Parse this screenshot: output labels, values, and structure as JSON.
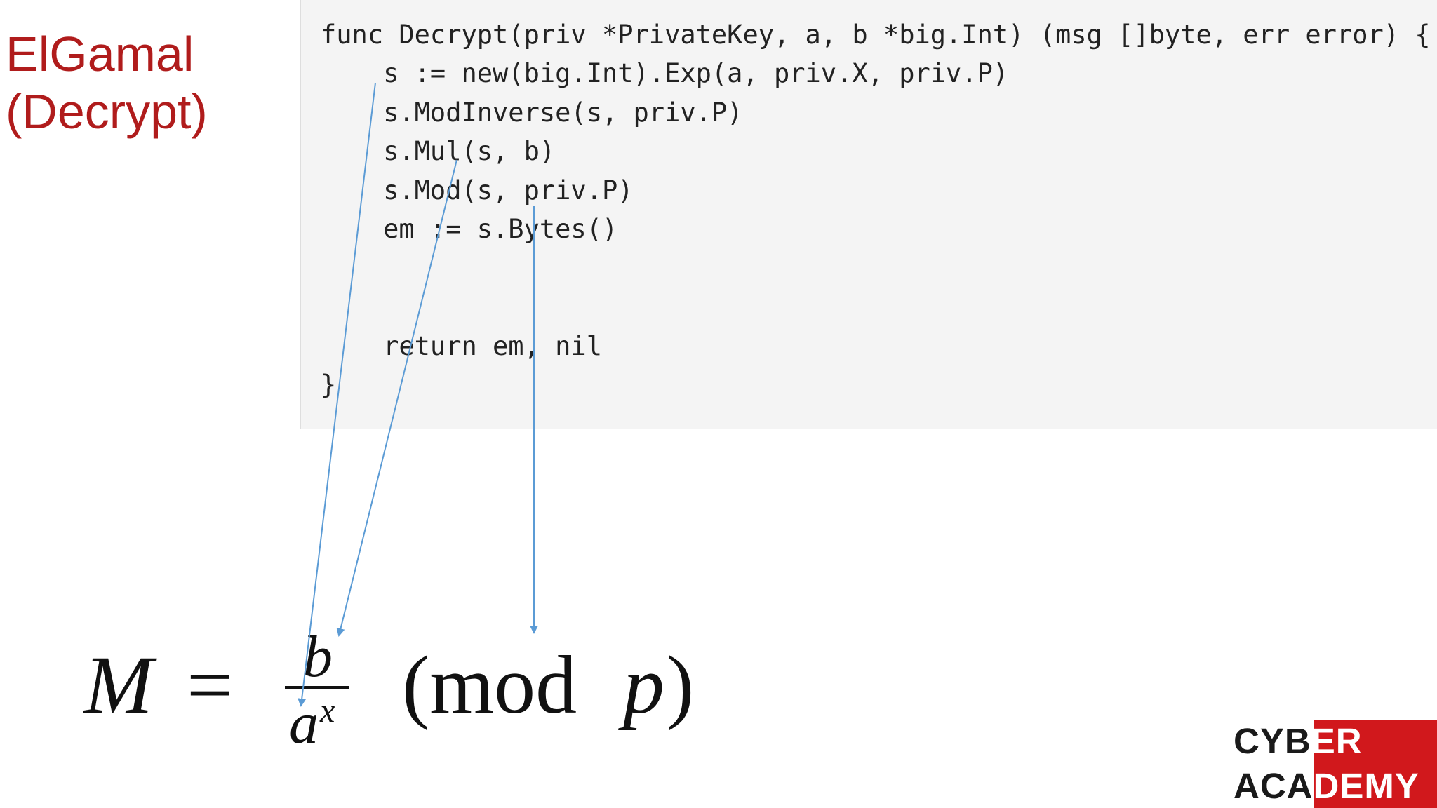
{
  "slide": {
    "title_lines": [
      "ElGamal",
      "(Decrypt)"
    ],
    "code_lines": [
      "func Decrypt(priv *PrivateKey, a, b *big.Int) (msg []byte, err error) {",
      "    s := new(big.Int).Exp(a, priv.X, priv.P)",
      "    s.ModInverse(s, priv.P)",
      "    s.Mul(s, b)",
      "    s.Mod(s, priv.P)",
      "    em := s.Bytes()",
      "",
      "",
      "    return em, nil",
      "}"
    ],
    "formula": {
      "lhs": "M",
      "equals": "=",
      "numerator": "b",
      "denominator_base": "a",
      "denominator_exponent": "x",
      "mod_open": "(mod",
      "mod_var": "p",
      "mod_close": ")"
    },
    "logo": {
      "line1_dark": "CYB",
      "line1_light": "ER",
      "line2_dark": "ACA",
      "line2_light": "DEMY",
      "accent_color": "#d1181c"
    },
    "colors": {
      "title": "#b01c1c",
      "code_background": "#f4f4f4",
      "arrow": "#5b9bd5"
    }
  }
}
